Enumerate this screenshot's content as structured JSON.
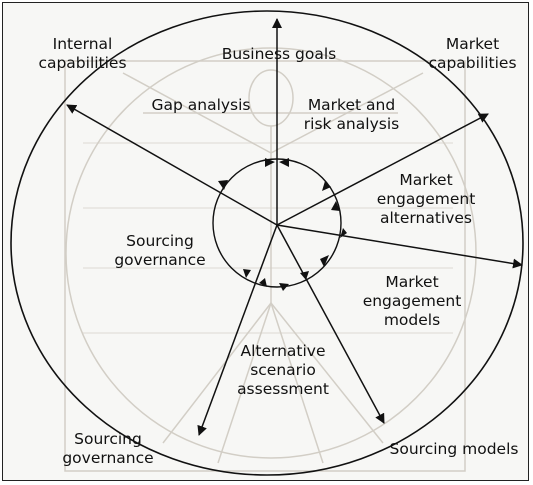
{
  "labels": {
    "business_goals": "Business goals",
    "internal_capabilities": "Internal\ncapabilities",
    "market_capabilities": "Market\ncapabilities",
    "gap_analysis": "Gap analysis",
    "market_risk_analysis": "Market and\nrisk analysis",
    "market_engagement_alternatives": "Market\nengagement\nalternatives",
    "sourcing_governance_inner": "Sourcing\ngovernance",
    "market_engagement_models": "Market\nengagement\nmodels",
    "alternative_scenario_assessment": "Alternative\nscenario\nassessment",
    "sourcing_governance_outer": "Sourcing\ngovernance",
    "sourcing_models": "Sourcing models"
  },
  "colors": {
    "line": "#111111",
    "background": "#f7f7f5",
    "sketch": "#c9c5bd"
  }
}
